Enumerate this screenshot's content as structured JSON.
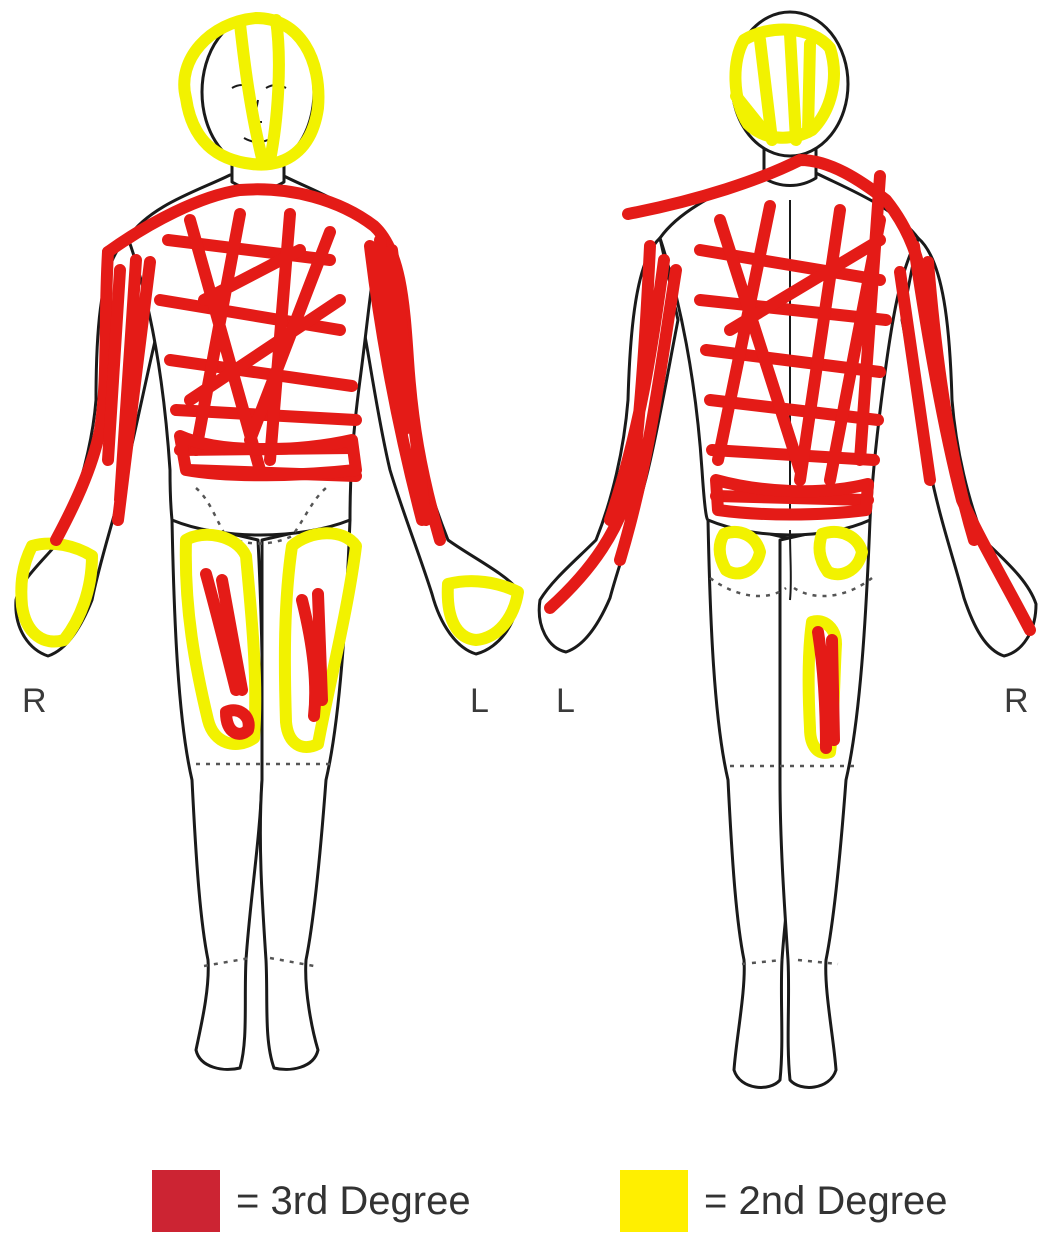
{
  "front_view": {
    "right_label": "R",
    "left_label": "L"
  },
  "back_view": {
    "left_label": "L",
    "right_label": "R"
  },
  "legend": {
    "third_degree": {
      "label": "= 3rd Degree",
      "color": "#cc2433"
    },
    "second_degree": {
      "label": "= 2nd Degree",
      "color": "#ffef00"
    }
  },
  "burn_colors": {
    "third_degree_marks": "#e41b17",
    "second_degree_marks": "#f2f200"
  }
}
